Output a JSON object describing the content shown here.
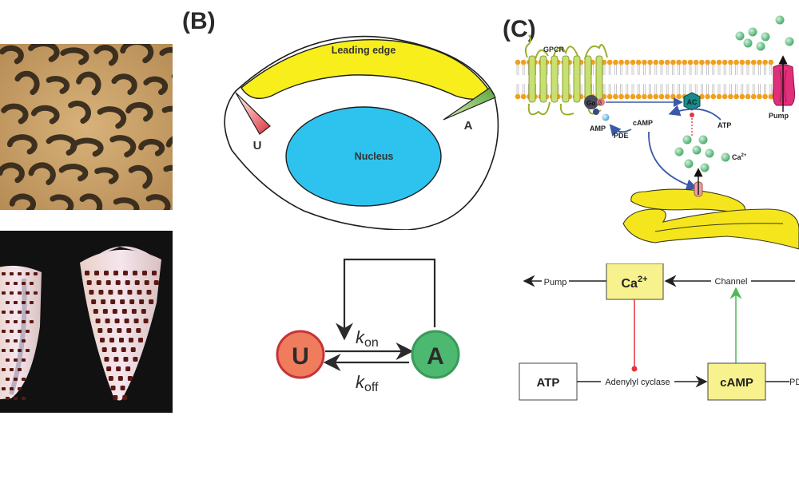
{
  "panels": {
    "a": {
      "photo_top": "leopard-fur-photo",
      "photo_bottom": "cone-shell-photo"
    },
    "b": {
      "label": "(B)",
      "cell": {
        "leading_edge_label": "Leading edge",
        "nucleus_label": "Nucleus",
        "u_marker_label": "U",
        "a_marker_label": "A"
      },
      "scheme": {
        "u_node": "U",
        "a_node": "A",
        "k_symbol": "k",
        "kon_sub": "on",
        "koff_sub": "off"
      },
      "colors": {
        "leading_edge": "#f7ee1c",
        "nucleus": "#2ec3ef",
        "u_node_fill": "#ef7c5c",
        "u_node_stroke": "#c8323a",
        "a_node_fill": "#4cb870",
        "a_node_stroke": "#3a9a5a"
      }
    },
    "c": {
      "label": "(C)",
      "cell": {
        "gpcr_label": "GPCR",
        "g_alpha": "Gα",
        "g_beta": "β",
        "g_gamma": "γ",
        "ac_label": "AC",
        "camp_label": "cAMP",
        "atp_label": "ATP",
        "amp_label": "AMP",
        "pde_label": "PDE",
        "ca_label": "Ca",
        "ca_sup": "2+",
        "pump_label": "Pump"
      },
      "network": {
        "ca_box": "Ca",
        "ca_sup": "2+",
        "atp_box": "ATP",
        "camp_box": "cAMP",
        "pump_edge": "Pump",
        "channel_edge": "Channel",
        "adenylyl_edge": "Adenylyl cyclase",
        "pde_edge": "PD"
      },
      "colors": {
        "box_yellow": "#f7f28e",
        "inhibit_red": "#e8333a",
        "activate_green": "#4cbb55",
        "membrane_head": "#f0a020",
        "er_yellow": "#f5e51c",
        "calcium_green": "#5cbf7c",
        "pump_pink": "#e0307a"
      }
    }
  }
}
